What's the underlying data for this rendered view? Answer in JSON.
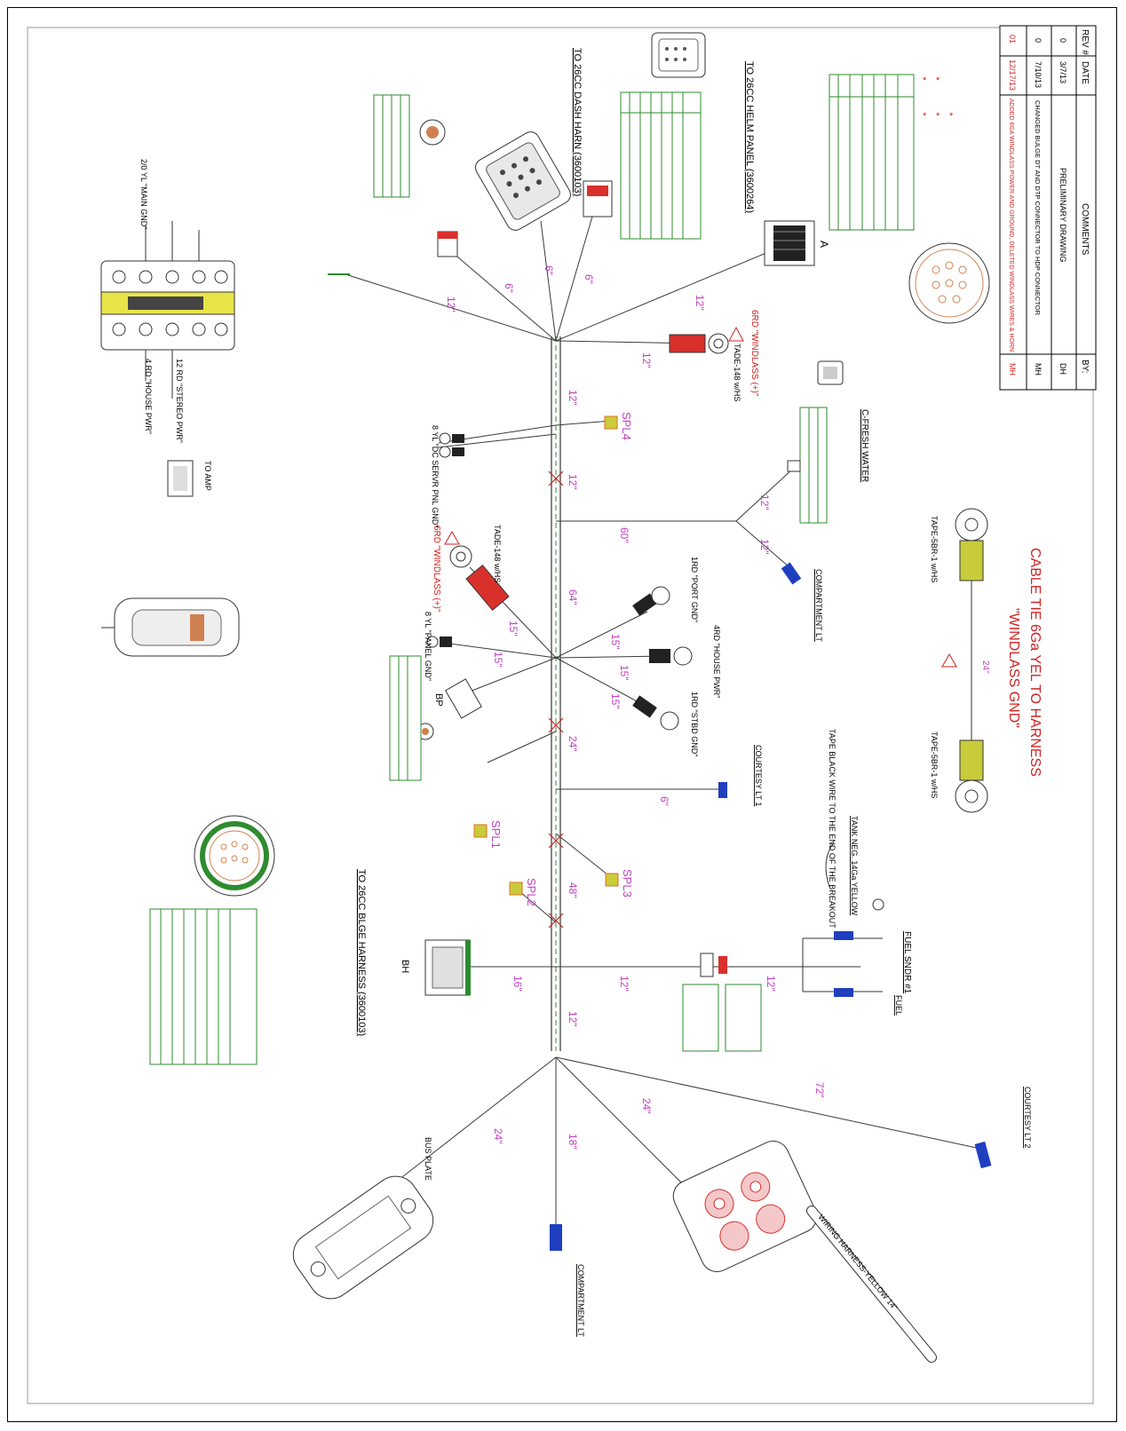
{
  "rev_block": {
    "headers": [
      "REV #",
      "DATE",
      "COMMENTS",
      "BY:"
    ],
    "rows": [
      {
        "rev": "0",
        "date": "3/7/13",
        "comment": "PRELIMINARY DRAWING",
        "by": "DH"
      },
      {
        "rev": "0",
        "date": "7/10/13",
        "comment": "CHANGED BULGE DT AND DTP CONNECTOR TO HDP CONNECTOR",
        "by": "MH"
      },
      {
        "rev": "01",
        "date": "12/17/13",
        "comment": "ADDED 6GA WINDLASS POWER AND GROUND, DELETED WINDLASS WIRES & HORN",
        "by": "MH"
      }
    ]
  },
  "callouts": {
    "cable_tie_line1": "CABLE TIE 6Ga YEL TO HARNESS",
    "cable_tie_line2": "\"WINDLASS GND\"",
    "helm_panel": "TO 26CC HELM PANEL (3600264)",
    "dash_harn": "TO 26CC DASH HARN (3600103)",
    "bilge_harn": "TO 26CC BLGE HARNESS (3600103)",
    "a_label": "A",
    "bh_label": "BH",
    "bp_label": "BP",
    "fresh_water": "C-FRESH WATER",
    "windlass_pos_1": "6RD \"WINDLASS (+)\"",
    "windlass_pos_2": "6RD \"WINDLASS (+)\"",
    "tape_note": "TAPE BLACK WIRE TO THE END OF THE BREAKOUT",
    "tank_neg": "TANK NEG. 14Ga YELLOW",
    "fuel_sndr": "FUEL SNDR #1",
    "fuel_gauge": "FUEL",
    "tie_top_label": "TAPE-5BR-1 w/HS",
    "tie_bottom_label": "TAPE-5BR-1 w/HS",
    "tie_length": "24\""
  },
  "splices": [
    "SPL4",
    "SPL1",
    "SPL2",
    "SPL3"
  ],
  "branch_lengths": [
    "12\"",
    "6\"",
    "6\"",
    "6\"",
    "12\"",
    "12\"",
    "12\"",
    "12\"",
    "60\"",
    "12\"",
    "12\"",
    "64\"",
    "15\"",
    "15\"",
    "15\"",
    "15\"",
    "15\"",
    "24\"",
    "6\"",
    "48\"",
    "16\"",
    "12\"",
    "12\"",
    "12\"",
    "24\"",
    "18\"",
    "24\"",
    "72\""
  ],
  "wire_labels": {
    "tgt_top": "12 RD \"STEREO PWR\"",
    "house_pwr": "4 RD \"HOUSE PWR\"",
    "main_gnd": "2/0 YL \"MAIN GND\"",
    "port_gnd": "1RD \"PORT GND\"",
    "house_pwr_2": "4RD \"HOUSE PWR\"",
    "stbd_gnd": "1RD \"STBD GND\"",
    "panel_gnd": "8 YL \"PANEL GND\"",
    "dc_srvr": "8 YL \"DC SERVR PNL GND\"",
    "courtesy_1": "COURTESY LT 1",
    "courtesy_2": "COURTESY LT 2",
    "compartment": "COMPARTMENT LT",
    "bus_plate": "BUS PLATE",
    "to_amp": "TO AMP",
    "term_note": "TADE-148 w/HS",
    "wiring_label": "WIRING HARNESS-YELLOW 14\""
  },
  "colors": {
    "wire": "#3a3a3a",
    "length_text": "#c040c0",
    "table_green": "#2e8b2e",
    "callout_red": "#d02020",
    "heatshrink_red": "#d9302c",
    "term_yellow": "#c8cc3a",
    "term_blue": "#1f3fbf"
  }
}
